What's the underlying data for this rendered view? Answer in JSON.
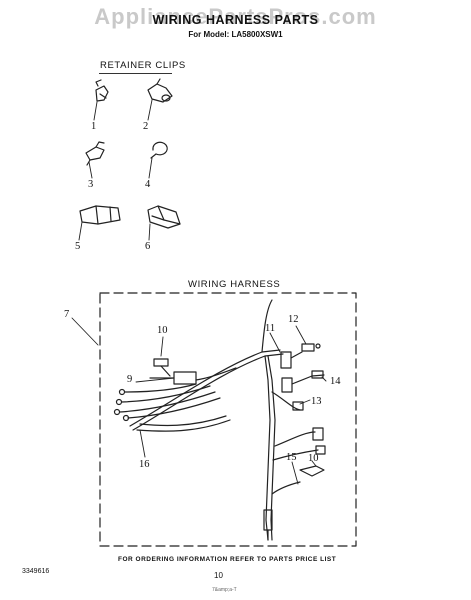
{
  "watermark": "AppliancePartsPros.com",
  "header": {
    "title": "WIRING HARNESS PARTS",
    "subtitle": "For Model: LA5800XSW1"
  },
  "sections": {
    "retainer_clips": "RETAINER CLIPS",
    "wiring_harness": "WIRING HARNESS"
  },
  "callouts": {
    "c1": "1",
    "c2": "2",
    "c3": "3",
    "c4": "4",
    "c5": "5",
    "c6": "6",
    "c7": "7",
    "c9": "9",
    "c10a": "10",
    "c10b": "10",
    "c11": "11",
    "c12": "12",
    "c13": "13",
    "c14": "14",
    "c15": "15",
    "c16": "16"
  },
  "footer": {
    "ordering_note": "FOR ORDERING INFORMATION REFER TO PARTS PRICE LIST",
    "doc_number": "3349616",
    "page_number": "10",
    "smudge": "7&amp;a-T"
  }
}
